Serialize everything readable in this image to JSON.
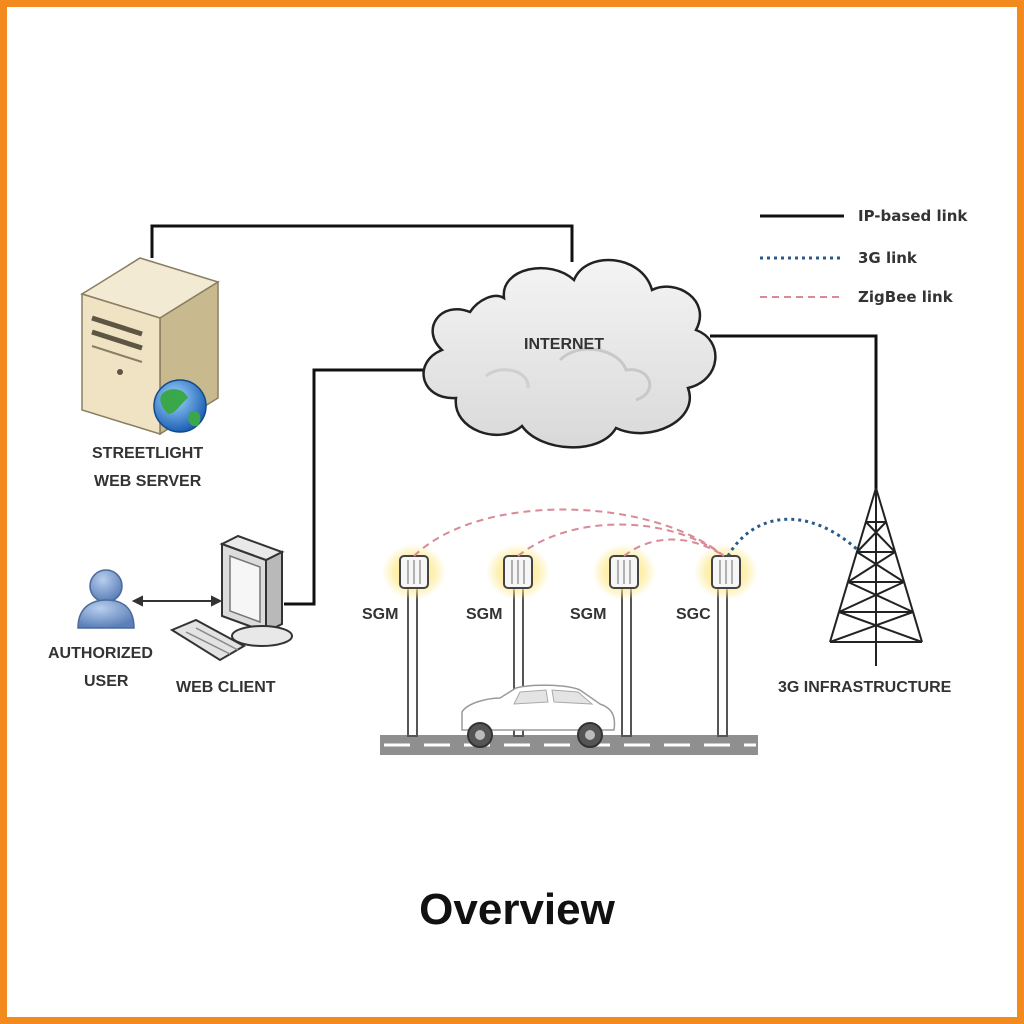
{
  "legend": {
    "ip_link": "IP-based link",
    "g3_link": "3G link",
    "zigbee_link": "ZigBee link"
  },
  "labels": {
    "server_line1": "STREETLIGHT",
    "server_line2": "WEB SERVER",
    "internet": "INTERNET",
    "user_line1": "AUTHORIZED",
    "user_line2": "USER",
    "web_client": "WEB CLIENT",
    "sgm1": "SGM",
    "sgm2": "SGM",
    "sgm3": "SGM",
    "sgc": "SGC",
    "infrastructure": "3G INFRASTRUCTURE"
  },
  "caption": "Overview",
  "colors": {
    "border": "#f28a1d",
    "ip_link": "#111111",
    "g3_link": "#2a5a8a",
    "zigbee_link": "#d98a96"
  }
}
